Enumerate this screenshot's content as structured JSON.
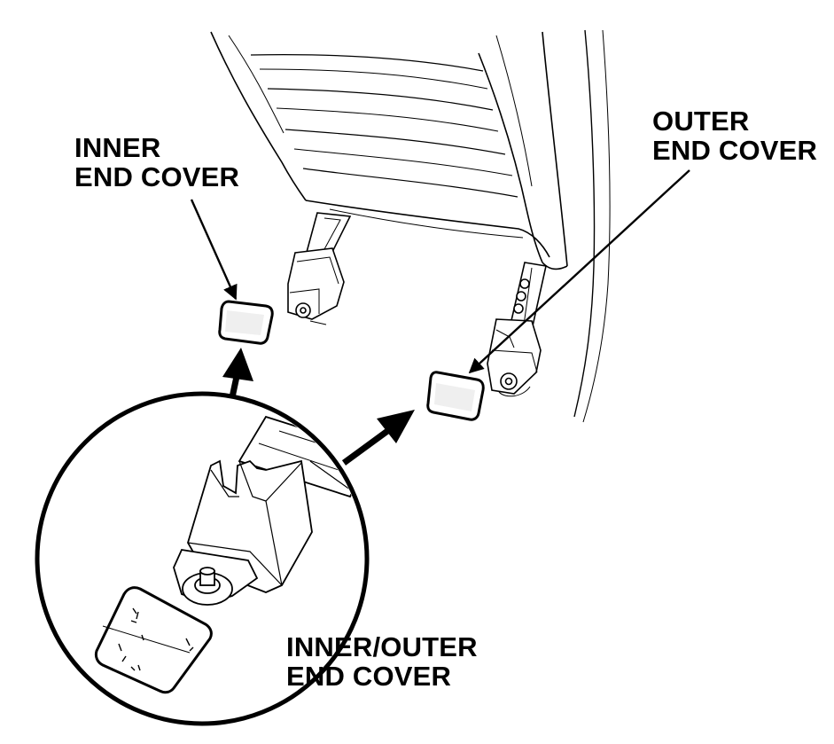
{
  "labels": {
    "inner_end_cover": [
      "INNER",
      "END COVER"
    ],
    "outer_end_cover": [
      "OUTER",
      "END COVER"
    ],
    "inner_outer_end_cover": [
      "INNER/OUTER",
      "END COVER"
    ]
  },
  "colors": {
    "line": "#000000",
    "fill": "#ffffff",
    "cover_fill": "#f4f4f4"
  }
}
